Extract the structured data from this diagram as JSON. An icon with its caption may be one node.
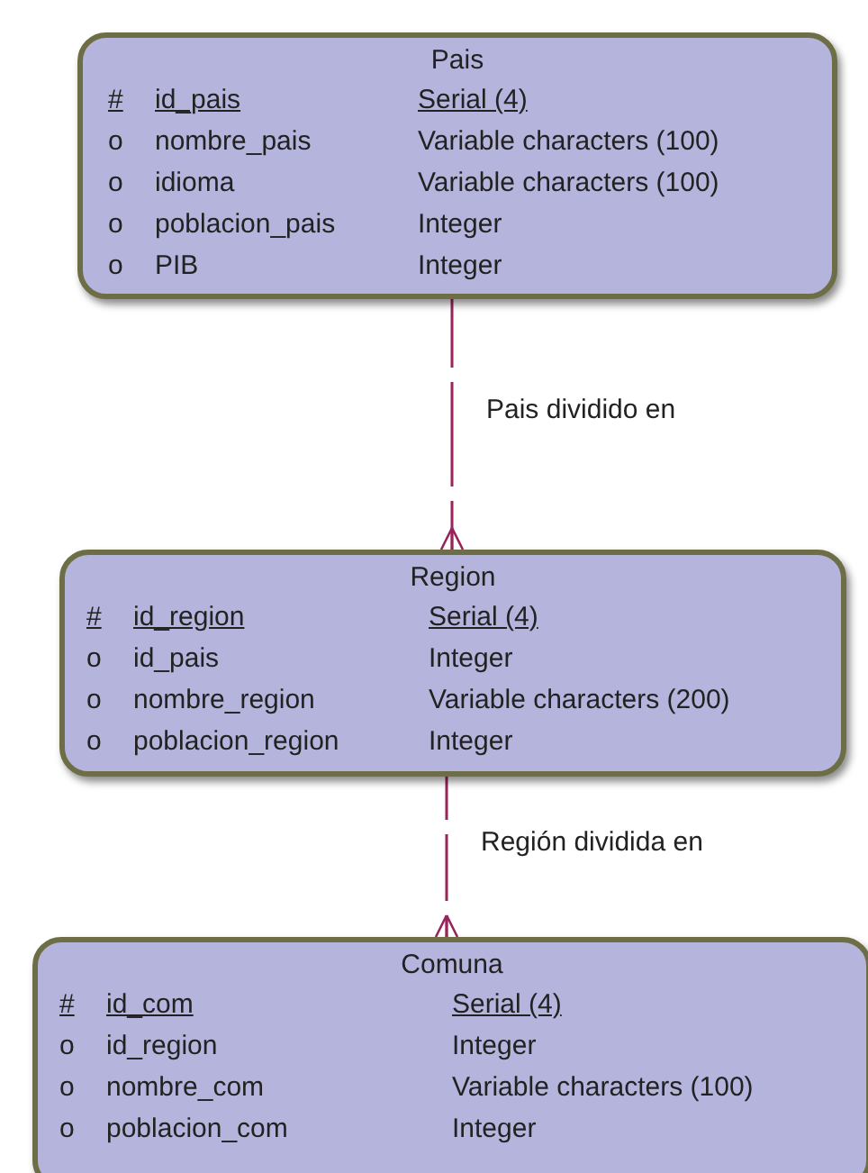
{
  "diagram": {
    "nodes": [
      {
        "text": [
          "Pais",
          "#",
          "id_pais",
          "Serial (4)",
          "o",
          "nombre_pais",
          "Variable characters (100)",
          "o",
          "idioma",
          "Variable characters (100)",
          "o",
          "poblacion_pais",
          "Integer",
          "o",
          "PIB",
          "Integer"
        ]
      },
      {
        "text": [
          "Region",
          "#",
          "id_region",
          "Serial (4)",
          "o",
          "id_pais",
          "Integer",
          "o",
          "nombre_region",
          "Variable characters (200)",
          "o",
          "poblacion_region",
          "Integer"
        ]
      },
      {
        "text": [
          "Comuna",
          "#",
          "id_com",
          "Serial (4)",
          "o",
          "id_region",
          "Integer",
          "o",
          "nombre_com",
          "Variable characters (100)",
          "o",
          "poblacion_com",
          "Integer"
        ]
      }
    ],
    "edges": [
      {
        "from": 0,
        "to": 1,
        "arrow": "other",
        "label": "Pais dividido en",
        "style": "dashed"
      },
      {
        "from": 1,
        "to": 2,
        "arrow": "other",
        "label": "Región dividida en",
        "style": "dashed"
      }
    ]
  }
}
